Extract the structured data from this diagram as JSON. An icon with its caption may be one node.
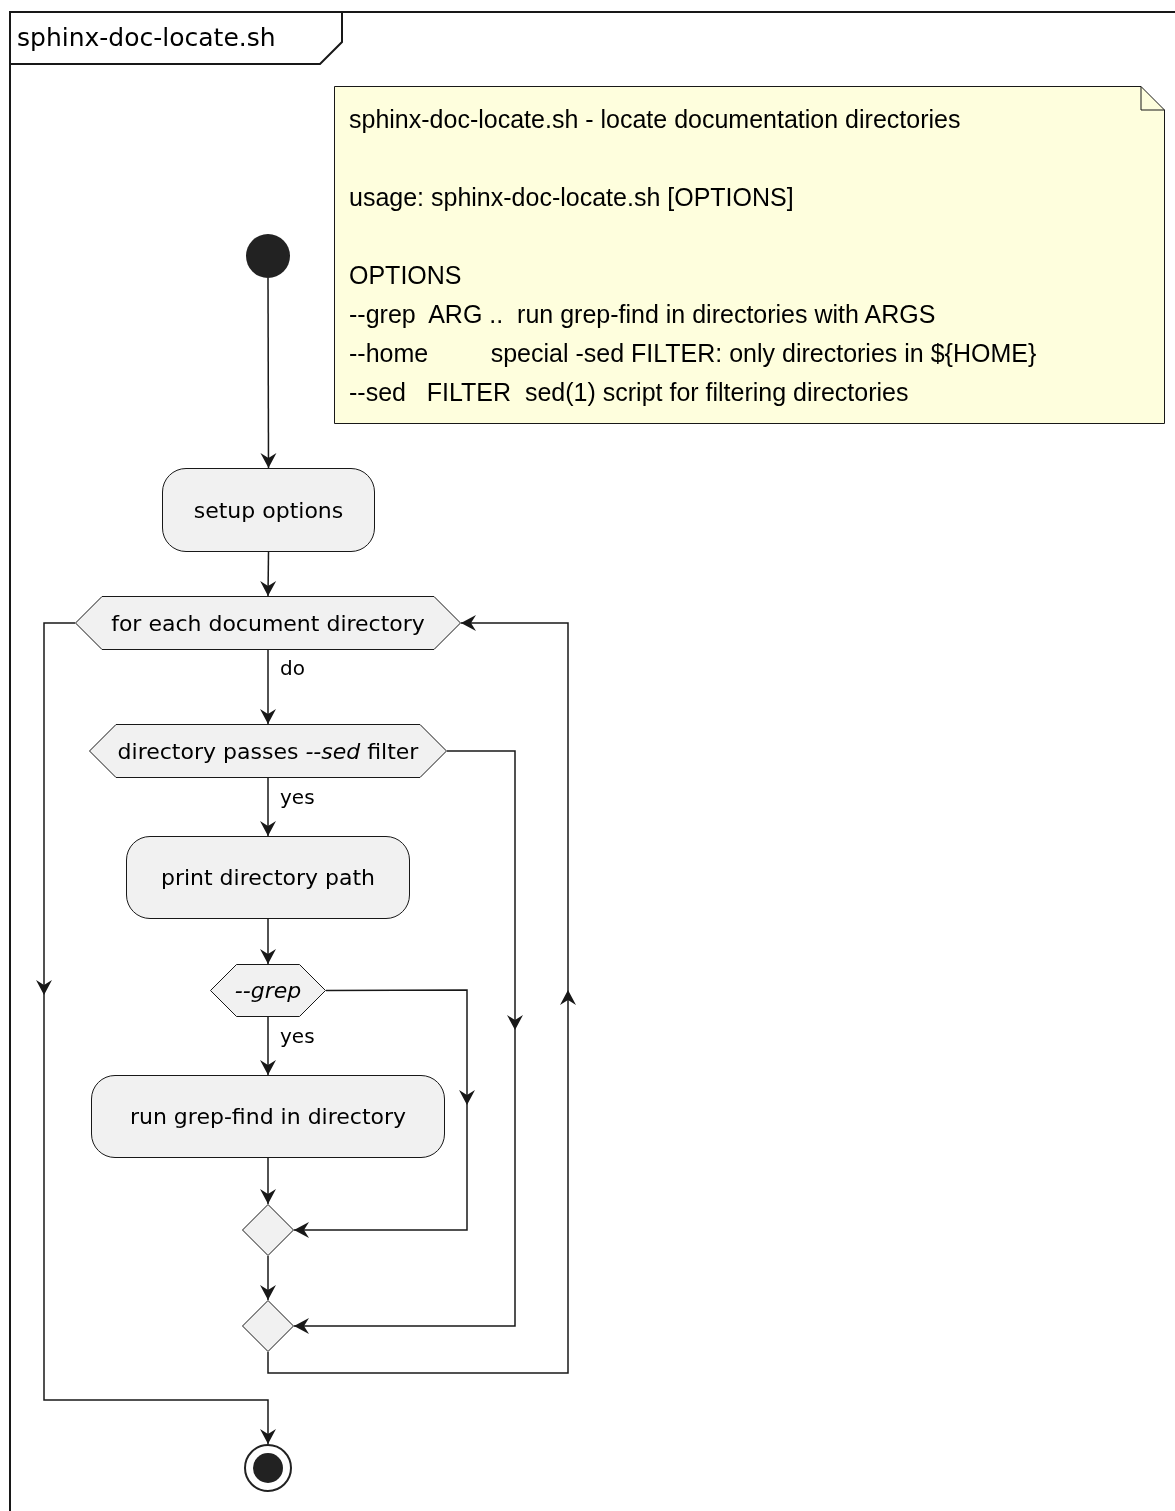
{
  "diagram": {
    "nodes": [
      {
        "text": [
          "sphinx-doc-locate.sh"
        ]
      },
      {
        "text": [
          "sphinx-doc-locate.sh - locate documentation directories",
          "usage: sphinx-doc-locate.sh [OPTIONS]",
          "OPTIONS",
          "--grep  ARG ..  run grep-find in directories with ARGS",
          "--home         special -sed FILTER: only directories in ${HOME}",
          "--sed   FILTER  sed(1) script for filtering directories"
        ],
        "in": 0
      },
      {
        "text": [],
        "shape": "circle",
        "in": 0
      },
      {
        "text": [
          "setup options"
        ],
        "in": 0
      },
      {
        "text": [
          "for each document directory"
        ],
        "in": 0
      },
      {
        "text": [
          "directory passes *--sed* filter"
        ],
        "in": 0
      },
      {
        "text": [
          "print directory path"
        ],
        "in": 0
      },
      {
        "text": [
          "--grep"
        ],
        "in": 0
      },
      {
        "text": [
          "run grep-find in directory"
        ],
        "in": 0
      },
      {
        "text": [],
        "shape": "diamond",
        "in": 0
      },
      {
        "text": [],
        "shape": "diamond",
        "in": 0
      },
      {
        "text": [],
        "shape": "circle",
        "in": 0
      }
    ],
    "edges": [
      {
        "from": 2,
        "to": 3,
        "arrow": "to"
      },
      {
        "from": 3,
        "to": 4,
        "arrow": "to"
      },
      {
        "from": 4,
        "to": 5,
        "arrow": "to",
        "label": "do"
      },
      {
        "from": 5,
        "to": 6,
        "arrow": "to",
        "label": "yes"
      },
      {
        "from": 6,
        "to": 7,
        "arrow": "to"
      },
      {
        "from": 7,
        "to": 8,
        "arrow": "to",
        "label": "yes"
      },
      {
        "from": 8,
        "to": 9,
        "arrow": "to"
      },
      {
        "from": 7,
        "to": 9,
        "arrow": "to"
      },
      {
        "from": 9,
        "to": 10,
        "arrow": "to"
      },
      {
        "from": 5,
        "to": 10,
        "arrow": "to"
      },
      {
        "from": 10,
        "to": 4,
        "arrow": "to"
      },
      {
        "from": 4,
        "to": 11,
        "arrow": "to"
      }
    ]
  }
}
